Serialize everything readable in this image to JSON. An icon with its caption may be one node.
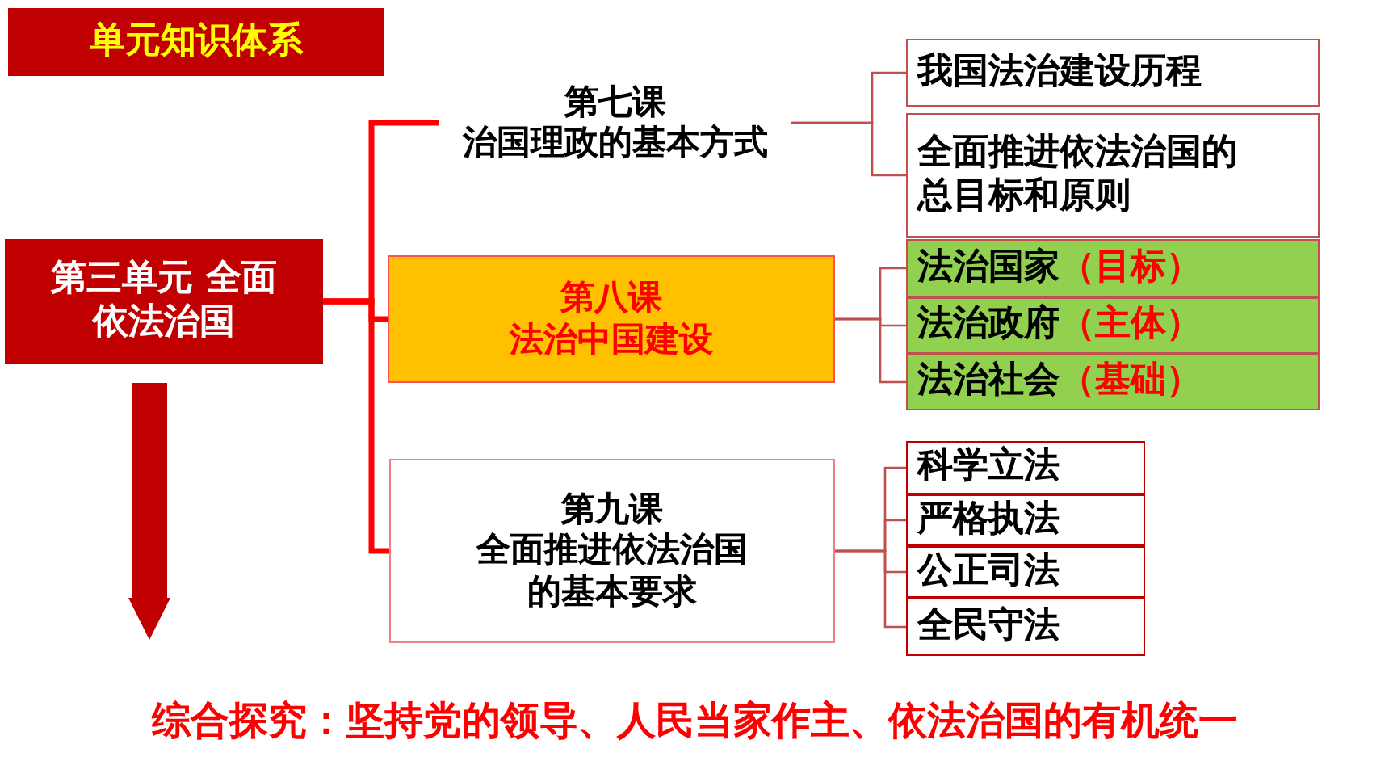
{
  "diagram": {
    "nodes": [
      {
        "text": [
          "单元知识体系"
        ]
      },
      {
        "text": [
          "第三单元 全面依法治国"
        ]
      },
      {
        "text": [
          "第七课",
          "治国理政的基本方式"
        ]
      },
      {
        "text": [
          "第八课",
          "法治中国建设"
        ]
      },
      {
        "text": [
          "第九课",
          "全面推进依法治国的基本要求"
        ]
      },
      {
        "text": [
          "我国法治建设历程"
        ]
      },
      {
        "text": [
          "全面推进依法治国的总目标和原则"
        ]
      },
      {
        "text": [
          "法治国家",
          "（目标）"
        ]
      },
      {
        "text": [
          "法治政府",
          "（主体）"
        ]
      },
      {
        "text": [
          "法治社会",
          "（基础）"
        ]
      },
      {
        "text": [
          "科学立法"
        ]
      },
      {
        "text": [
          "严格执法"
        ]
      },
      {
        "text": [
          "公正司法"
        ]
      },
      {
        "text": [
          "全民守法"
        ]
      },
      {
        "text": [
          "综合探究：坚持党的领导、人民当家作主、依法治国的有机统一"
        ]
      }
    ],
    "edges": [
      {
        "from": 1,
        "to": 2,
        "arrow": "none",
        "style": "thick",
        "color": "#ff0000"
      },
      {
        "from": 1,
        "to": 3,
        "arrow": "none",
        "style": "thick",
        "color": "#ff0000"
      },
      {
        "from": 1,
        "to": 4,
        "arrow": "none",
        "style": "thick",
        "color": "#ff0000"
      },
      {
        "from": 2,
        "to": 5,
        "arrow": "none"
      },
      {
        "from": 2,
        "to": 6,
        "arrow": "none"
      },
      {
        "from": 3,
        "to": 7,
        "arrow": "none"
      },
      {
        "from": 3,
        "to": 8,
        "arrow": "none"
      },
      {
        "from": 3,
        "to": 9,
        "arrow": "none"
      },
      {
        "from": 4,
        "to": 10,
        "arrow": "none"
      },
      {
        "from": 4,
        "to": 11,
        "arrow": "none"
      },
      {
        "from": 4,
        "to": 12,
        "arrow": "none"
      },
      {
        "from": 4,
        "to": 13,
        "arrow": "none"
      },
      {
        "from": 1,
        "to": 14,
        "arrow": "to",
        "style": "thick",
        "color": "#c00000"
      }
    ]
  }
}
